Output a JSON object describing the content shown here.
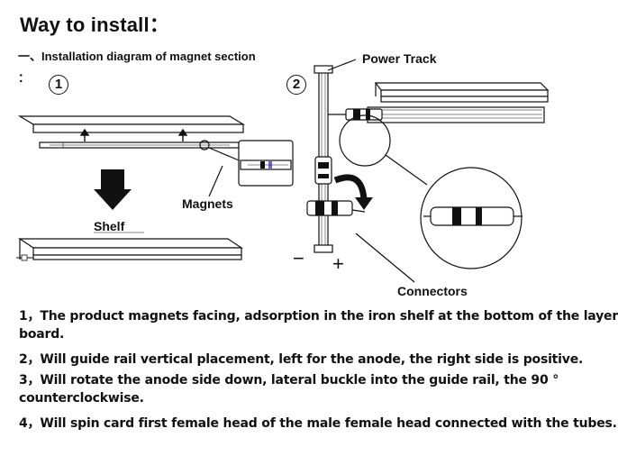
{
  "header": {
    "title": "Way to install：",
    "section": "一、Installation diagram of magnet section",
    "colon_mark": "："
  },
  "steps": {
    "step1": "1",
    "step2": "2"
  },
  "labels": {
    "power_track": "Power Track",
    "magnets": "Magnets",
    "shelf": "Shelf",
    "connectors": "Connectors",
    "minus": "−",
    "plus": "+"
  },
  "instructions": {
    "line1a": "1，The product magnets facing, adsorption in the iron shelf at the bottom of the layer",
    "line1b": "board.",
    "line2": "2，Will guide rail vertical placement, left for the anode, the right side is positive.",
    "line3a": "3，Will rotate the anode side down, lateral buckle into the guide rail, the 90 °",
    "line3b": "counterclockwise.",
    "line4": "4，Will spin card first female head of the male female head connected with the tubes."
  },
  "colors": {
    "ink": "#111111",
    "background": "#ffffff",
    "arrow_fill": "#111111"
  }
}
